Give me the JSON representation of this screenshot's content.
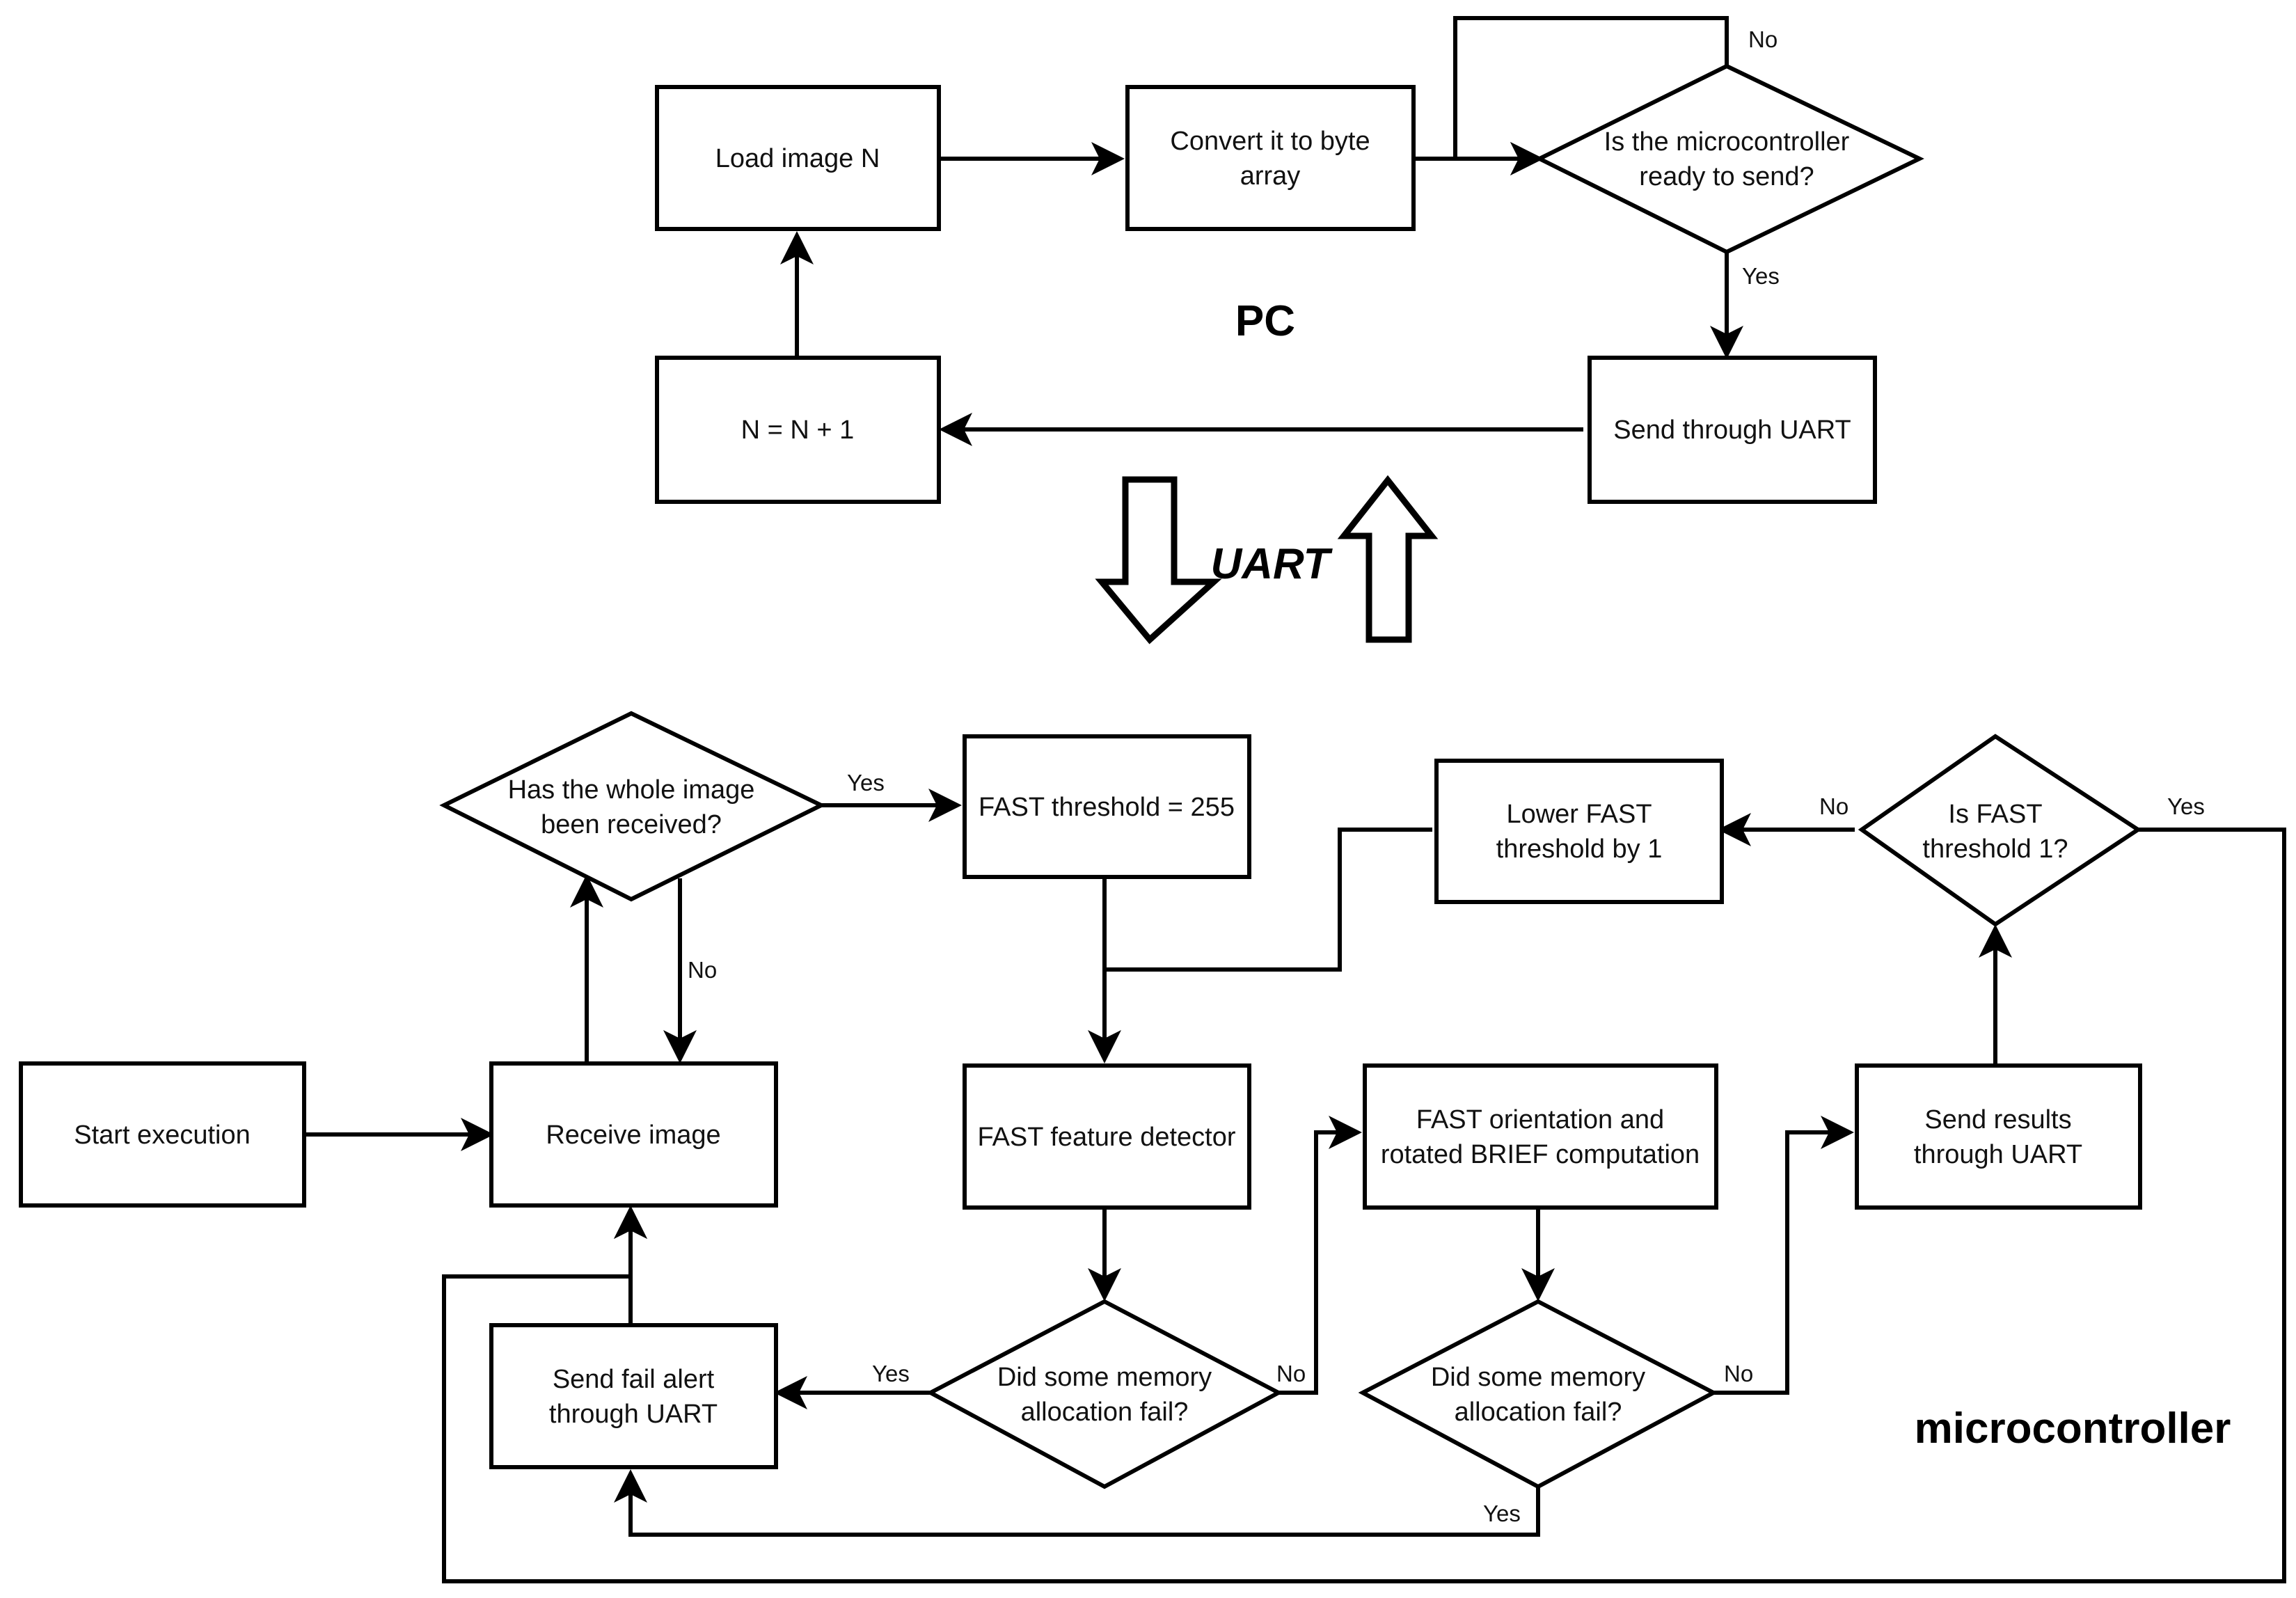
{
  "sections": {
    "pc": "PC",
    "uart": "UART",
    "micro": "microcontroller"
  },
  "nodes": {
    "load": {
      "lines": [
        "Load image N"
      ]
    },
    "convert": {
      "lines": [
        "Convert it to byte",
        "array"
      ]
    },
    "ready": {
      "lines": [
        "Is the microcontroller",
        "ready to send?"
      ]
    },
    "send_uart": {
      "lines": [
        "Send through UART"
      ]
    },
    "increment": {
      "lines": [
        "N = N + 1"
      ]
    },
    "whole": {
      "lines": [
        "Has the whole image",
        "been received?"
      ]
    },
    "fast_th": {
      "lines": [
        "FAST threshold = 255"
      ]
    },
    "lower": {
      "lines": [
        "Lower FAST",
        "threshold by 1"
      ]
    },
    "is_fast1": {
      "lines": [
        "Is FAST",
        "threshold 1?"
      ]
    },
    "start": {
      "lines": [
        "Start execution"
      ]
    },
    "receive": {
      "lines": [
        "Receive image"
      ]
    },
    "fast_det": {
      "lines": [
        "FAST feature detector"
      ]
    },
    "orient": {
      "lines": [
        "FAST orientation and",
        "rotated BRIEF computation"
      ]
    },
    "send_res": {
      "lines": [
        "Send results",
        "through UART"
      ]
    },
    "fail_alert": {
      "lines": [
        "Send fail alert",
        "through UART"
      ]
    },
    "mem1": {
      "lines": [
        "Did some memory",
        "allocation fail?"
      ]
    },
    "mem2": {
      "lines": [
        "Did some memory",
        "allocation fail?"
      ]
    }
  },
  "edge_labels": {
    "ready_no": "No",
    "ready_yes": "Yes",
    "whole_yes": "Yes",
    "whole_no": "No",
    "is_fast1_no": "No",
    "is_fast1_yes": "Yes",
    "mem1_yes": "Yes",
    "mem1_no": "No",
    "mem2_no": "No",
    "mem2_yes": "Yes"
  }
}
